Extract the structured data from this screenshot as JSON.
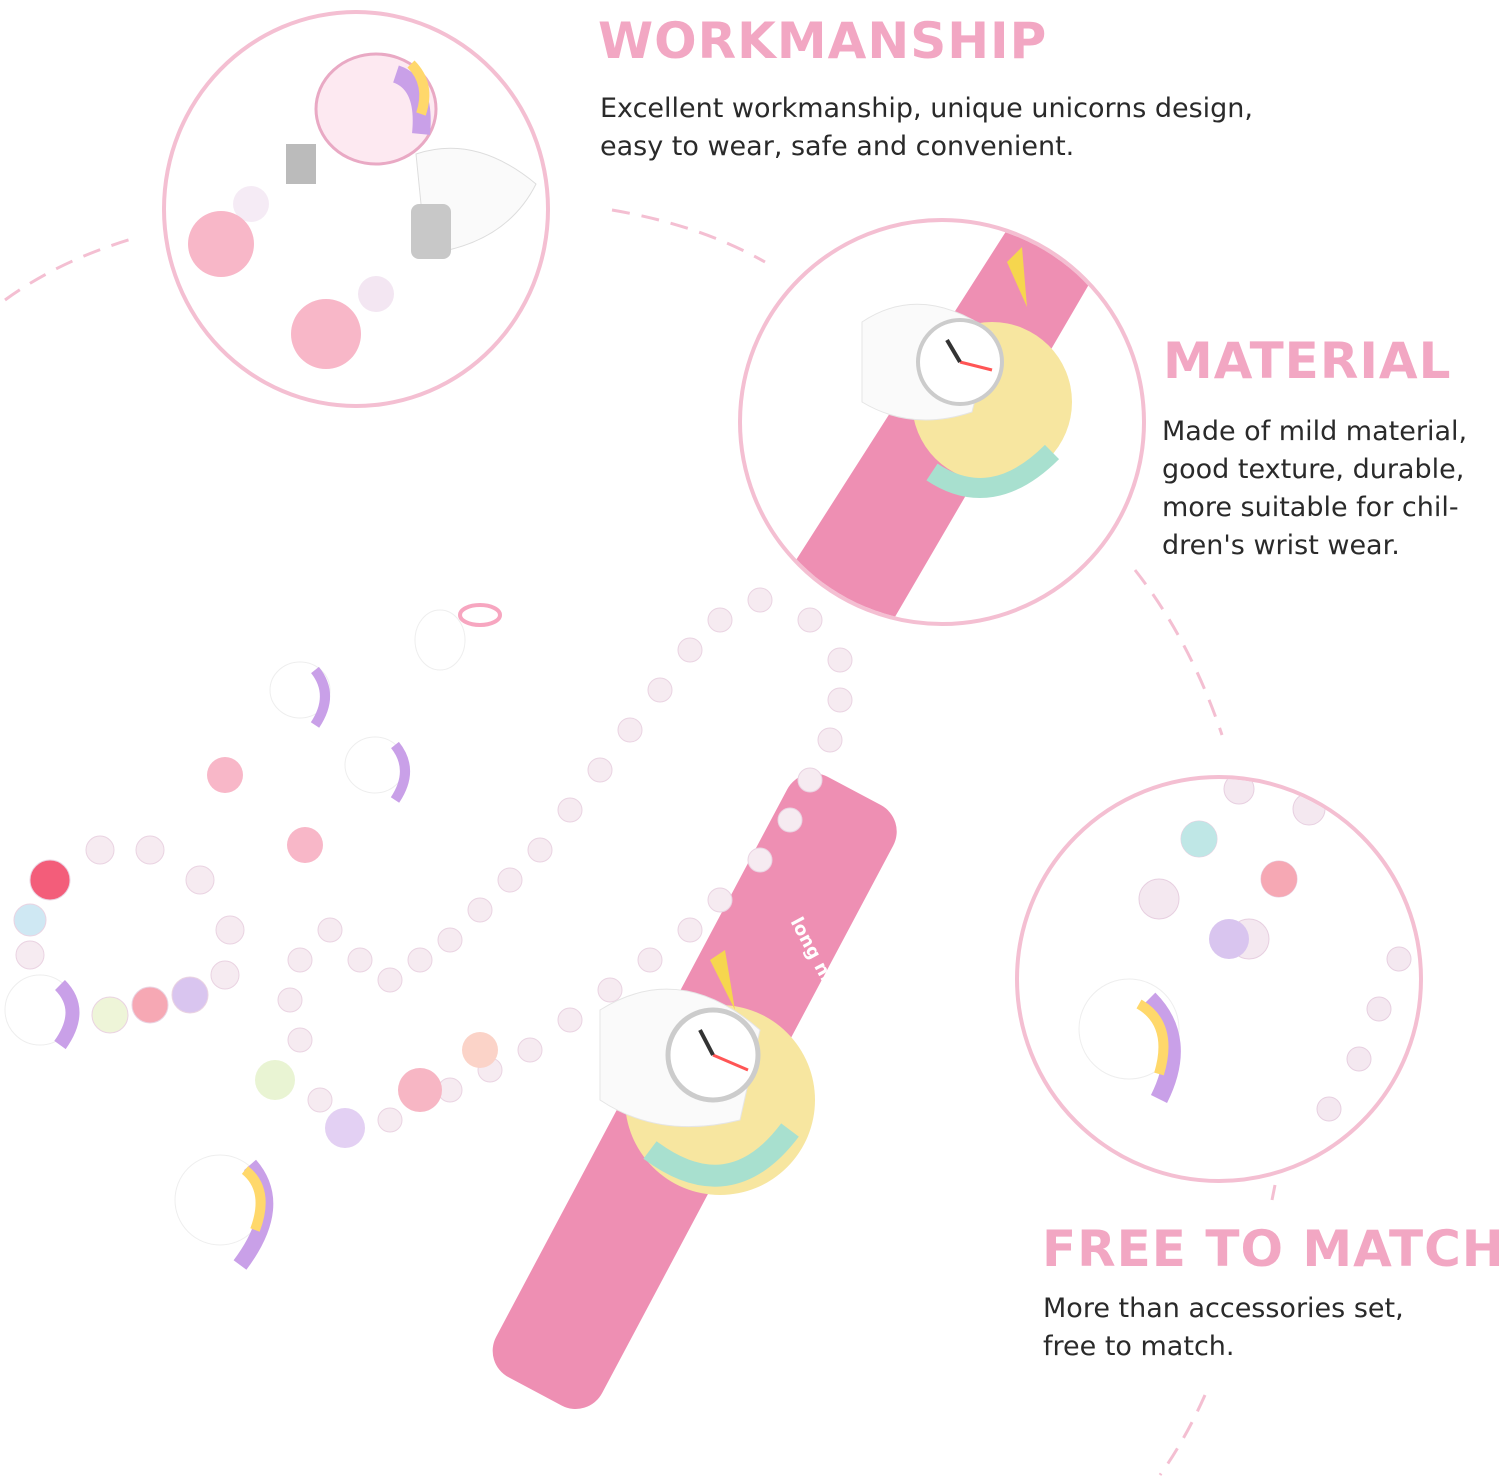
{
  "sections": [
    {
      "title": "WORKMANSHIP",
      "body": "Excellent workmanship, unique unicorns design, easy to wear, safe and convenient."
    },
    {
      "title": "MATERIAL",
      "body": "Made of mild material, good texture, durable, more suitable for chil-dren's wrist wear."
    },
    {
      "title": "FREE TO MATCH",
      "body": "More than accessories set, free to match."
    }
  ],
  "band_brand": "long nian",
  "colors": {
    "accent": "#f2a7c3",
    "band": "#ee8fb3",
    "text": "#2a2a2a"
  }
}
